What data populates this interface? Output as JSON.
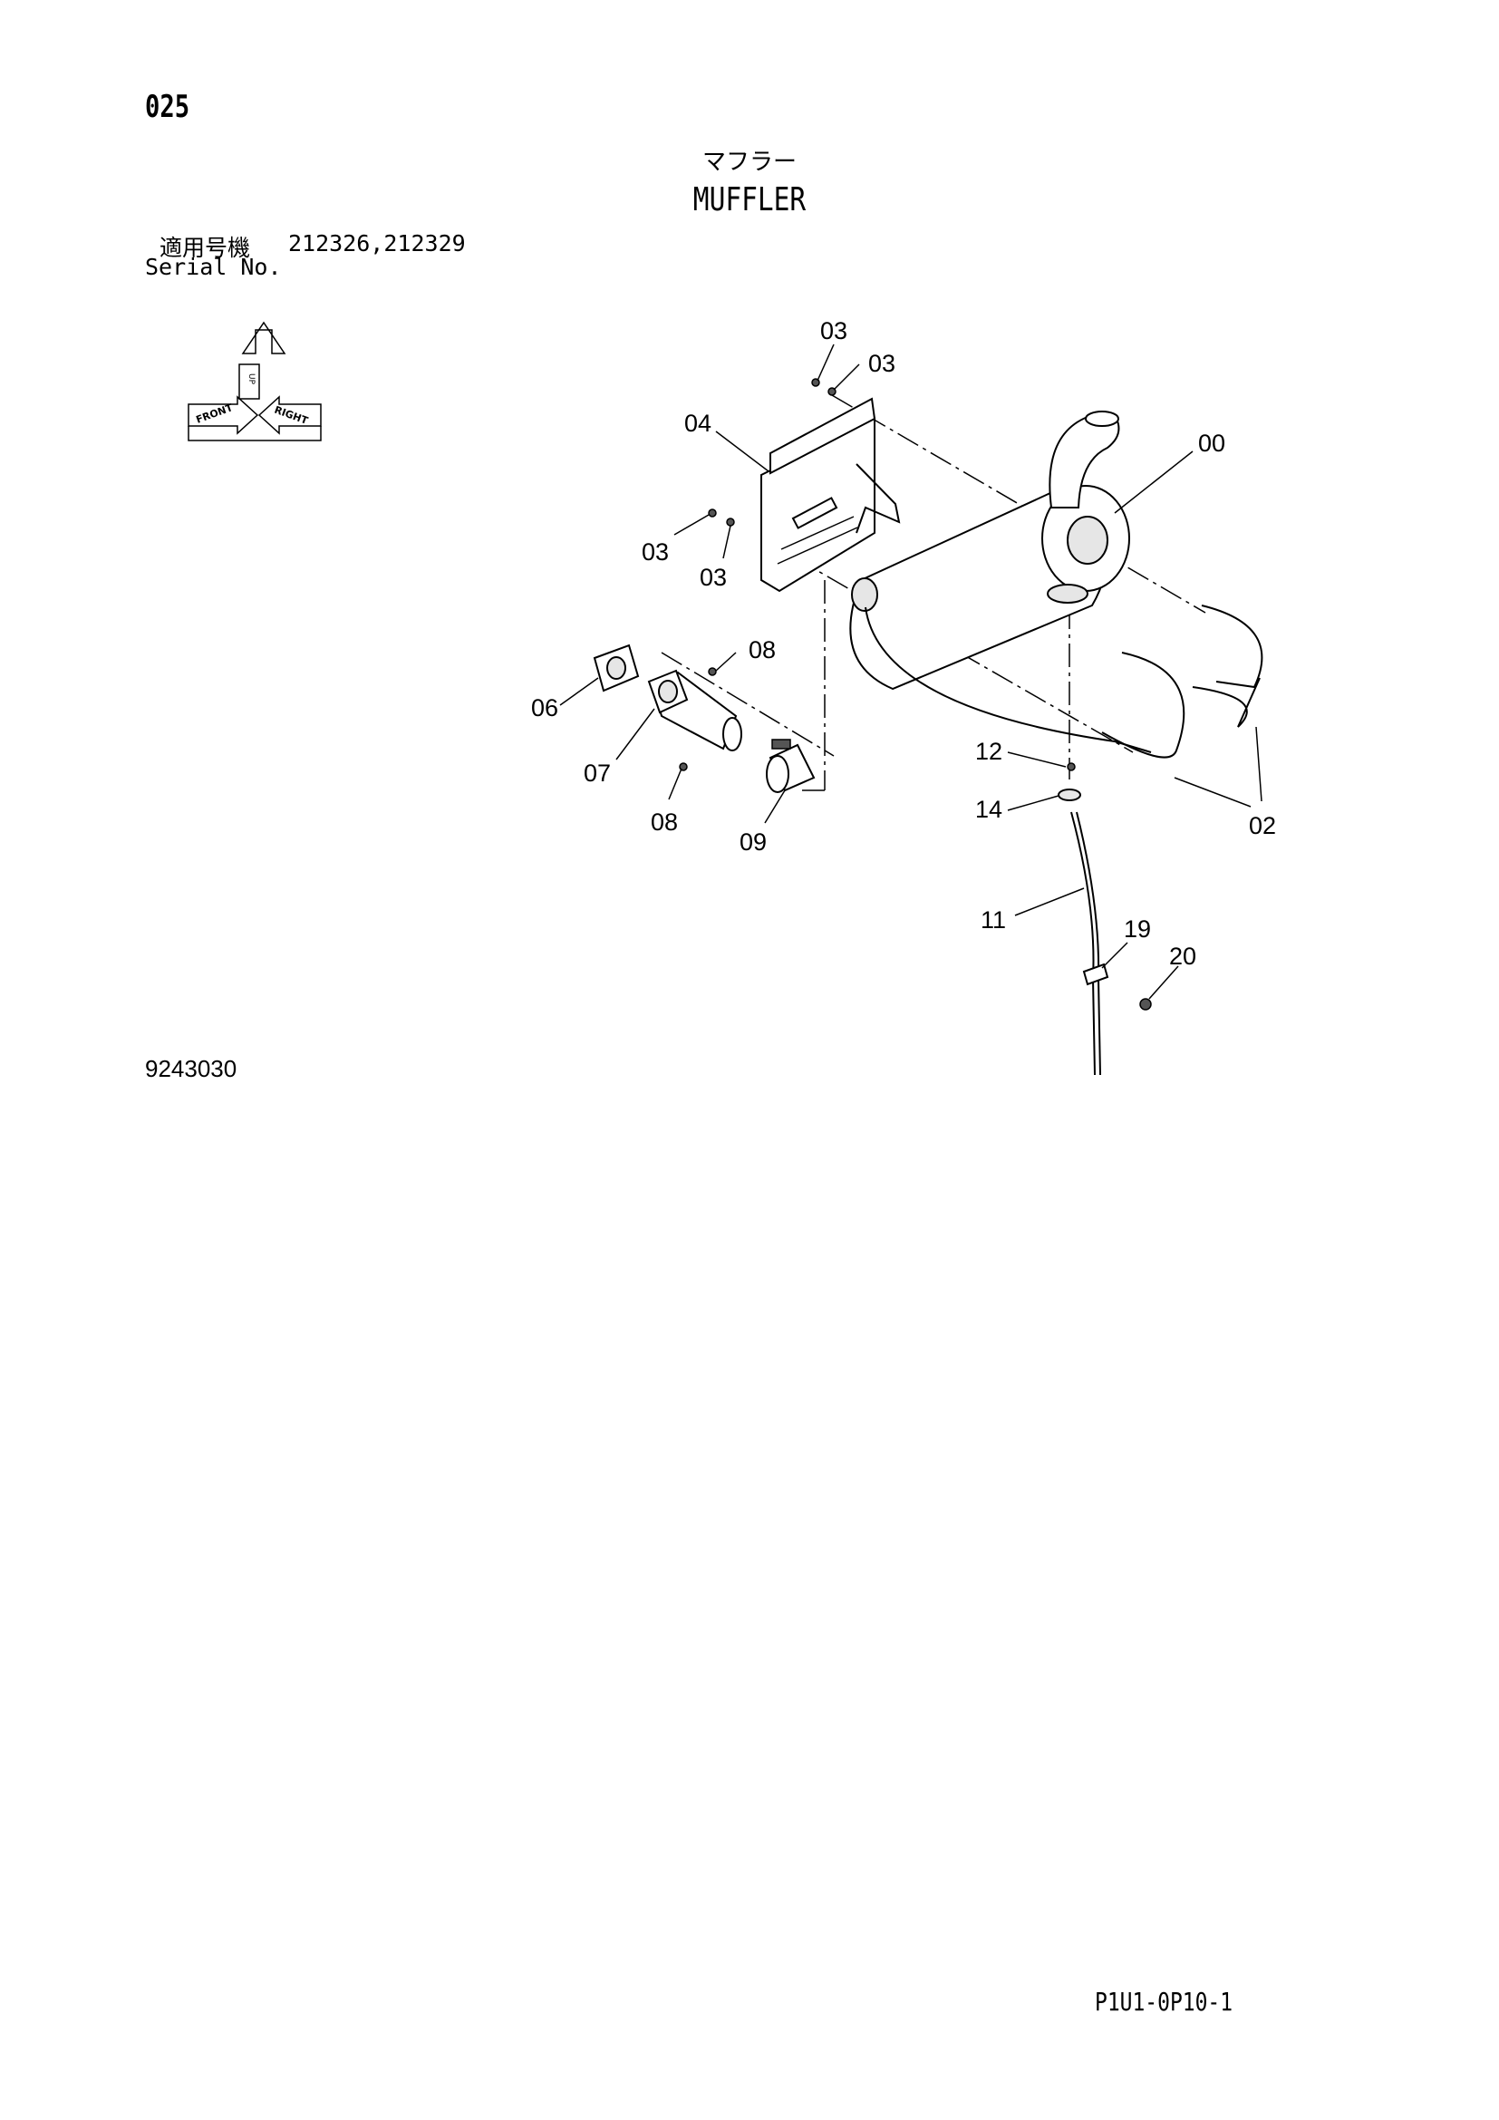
{
  "page_number": "025",
  "title_jp": "マフラー",
  "title_en": "MUFFLER",
  "serial_label_jp": "適用号機",
  "serial_values": "212326,212329",
  "serial_label_en": "Serial No.",
  "orientation": {
    "up_label": "UP",
    "front_label": "FRONT",
    "right_label": "RIGHT"
  },
  "drawing_number": "9243030",
  "page_code": "P1U1-0P10-1",
  "callouts": [
    {
      "id": "03a",
      "label": "03"
    },
    {
      "id": "03b",
      "label": "03"
    },
    {
      "id": "00",
      "label": "00"
    },
    {
      "id": "04",
      "label": "04"
    },
    {
      "id": "03c",
      "label": "03"
    },
    {
      "id": "03d",
      "label": "03"
    },
    {
      "id": "08a",
      "label": "08"
    },
    {
      "id": "06",
      "label": "06"
    },
    {
      "id": "07",
      "label": "07"
    },
    {
      "id": "08b",
      "label": "08"
    },
    {
      "id": "09",
      "label": "09"
    },
    {
      "id": "12",
      "label": "12"
    },
    {
      "id": "14",
      "label": "14"
    },
    {
      "id": "02",
      "label": "02"
    },
    {
      "id": "11",
      "label": "11"
    },
    {
      "id": "19",
      "label": "19"
    },
    {
      "id": "20",
      "label": "20"
    }
  ]
}
